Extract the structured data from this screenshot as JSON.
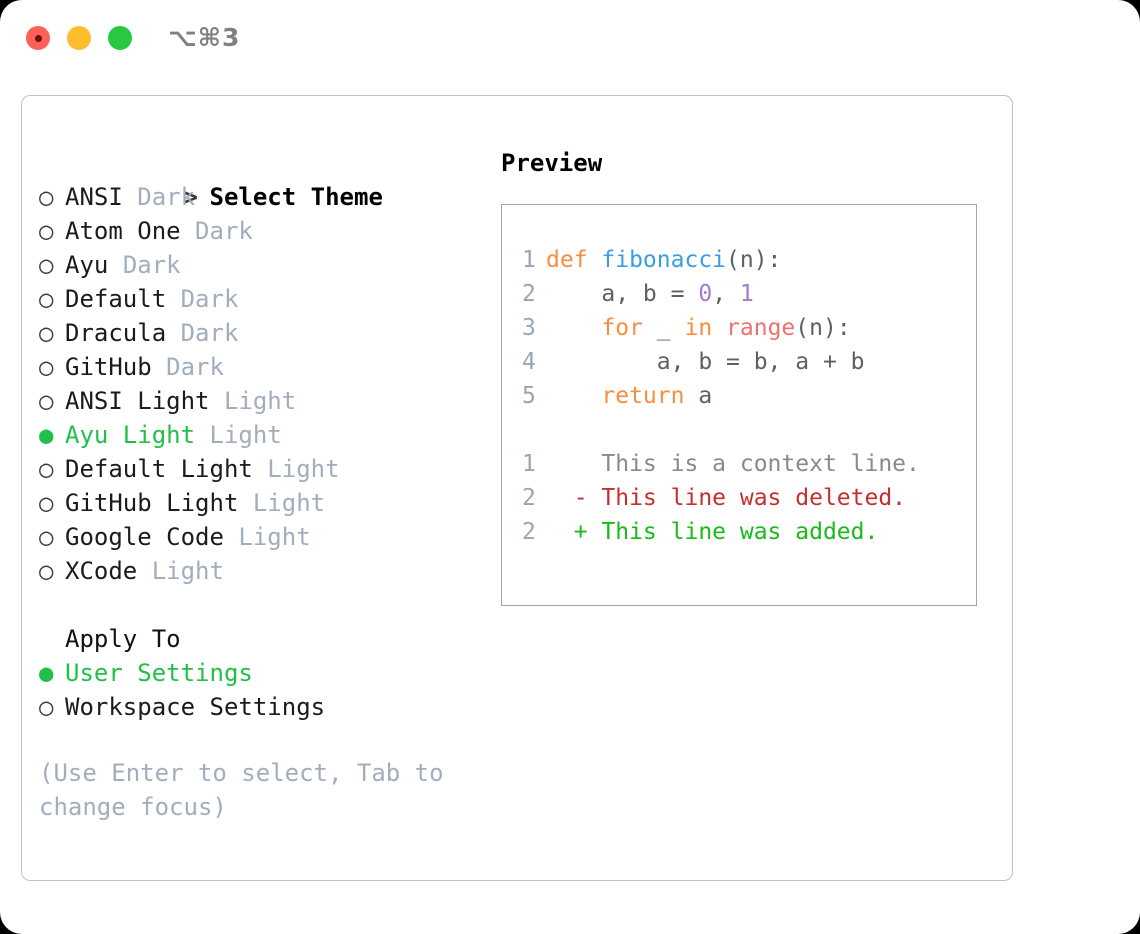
{
  "window": {
    "traffic_lights": [
      "close",
      "minimize",
      "maximize"
    ],
    "shortcut": "⌥⌘3"
  },
  "colors": {
    "accent_green": "#22c04a",
    "muted": "#a2adbd",
    "panel_border": "#b9c2cf",
    "preview_border": "#9aa7b8",
    "keyword": "#fa8d3e",
    "function": "#399ee6",
    "number": "#a37acc",
    "builtin": "#f07171",
    "plain": "#5c6166",
    "line_number": "#9aa5b4",
    "diff_context": "#8a8a8a",
    "diff_deleted": "#c62f2f",
    "diff_added": "#18bb18"
  },
  "theme_list": {
    "heading_prefix": ">",
    "heading": "Select Theme",
    "bullet_unselected": "○",
    "bullet_selected": "●",
    "items": [
      {
        "name": "ANSI",
        "variant": "Dark",
        "selected": false
      },
      {
        "name": "Atom One",
        "variant": "Dark",
        "selected": false
      },
      {
        "name": "Ayu",
        "variant": "Dark",
        "selected": false
      },
      {
        "name": "Default",
        "variant": "Dark",
        "selected": false
      },
      {
        "name": "Dracula",
        "variant": "Dark",
        "selected": false
      },
      {
        "name": "GitHub",
        "variant": "Dark",
        "selected": false
      },
      {
        "name": "ANSI Light",
        "variant": "Light",
        "selected": false
      },
      {
        "name": "Ayu Light",
        "variant": "Light",
        "selected": true
      },
      {
        "name": "Default Light",
        "variant": "Light",
        "selected": false
      },
      {
        "name": "GitHub Light",
        "variant": "Light",
        "selected": false
      },
      {
        "name": "Google Code",
        "variant": "Light",
        "selected": false
      },
      {
        "name": "XCode",
        "variant": "Light",
        "selected": false
      }
    ]
  },
  "apply_to": {
    "title": "Apply To",
    "items": [
      {
        "name": "User Settings",
        "selected": true
      },
      {
        "name": "Workspace Settings",
        "selected": false
      }
    ]
  },
  "hint": "(Use Enter to select, Tab to change focus)",
  "preview": {
    "title": "Preview",
    "code": [
      {
        "num": "1",
        "tokens": [
          {
            "t": "def ",
            "c": "kw"
          },
          {
            "t": "fibonacci",
            "c": "fn"
          },
          {
            "t": "(n):",
            "c": "pl"
          }
        ]
      },
      {
        "num": "2",
        "tokens": [
          {
            "t": "    a, b = ",
            "c": "pl"
          },
          {
            "t": "0",
            "c": "num"
          },
          {
            "t": ", ",
            "c": "pl"
          },
          {
            "t": "1",
            "c": "num"
          }
        ]
      },
      {
        "num": "3",
        "tokens": [
          {
            "t": "    ",
            "c": "pl"
          },
          {
            "t": "for",
            "c": "kw"
          },
          {
            "t": " _ ",
            "c": "pl"
          },
          {
            "t": "in",
            "c": "kw"
          },
          {
            "t": " ",
            "c": "pl"
          },
          {
            "t": "range",
            "c": "bi"
          },
          {
            "t": "(n):",
            "c": "pl"
          }
        ]
      },
      {
        "num": "4",
        "tokens": [
          {
            "t": "        a, b = b, a + b",
            "c": "pl"
          }
        ]
      },
      {
        "num": "5",
        "tokens": [
          {
            "t": "    ",
            "c": "pl"
          },
          {
            "t": "return",
            "c": "kw"
          },
          {
            "t": " a",
            "c": "pl"
          }
        ]
      }
    ],
    "diff": [
      {
        "num": "1",
        "marker": " ",
        "text": "This is a context line.",
        "kind": "context"
      },
      {
        "num": "2",
        "marker": "-",
        "text": "This line was deleted.",
        "kind": "deleted"
      },
      {
        "num": "2",
        "marker": "+",
        "text": "This line was added.",
        "kind": "added"
      }
    ]
  }
}
